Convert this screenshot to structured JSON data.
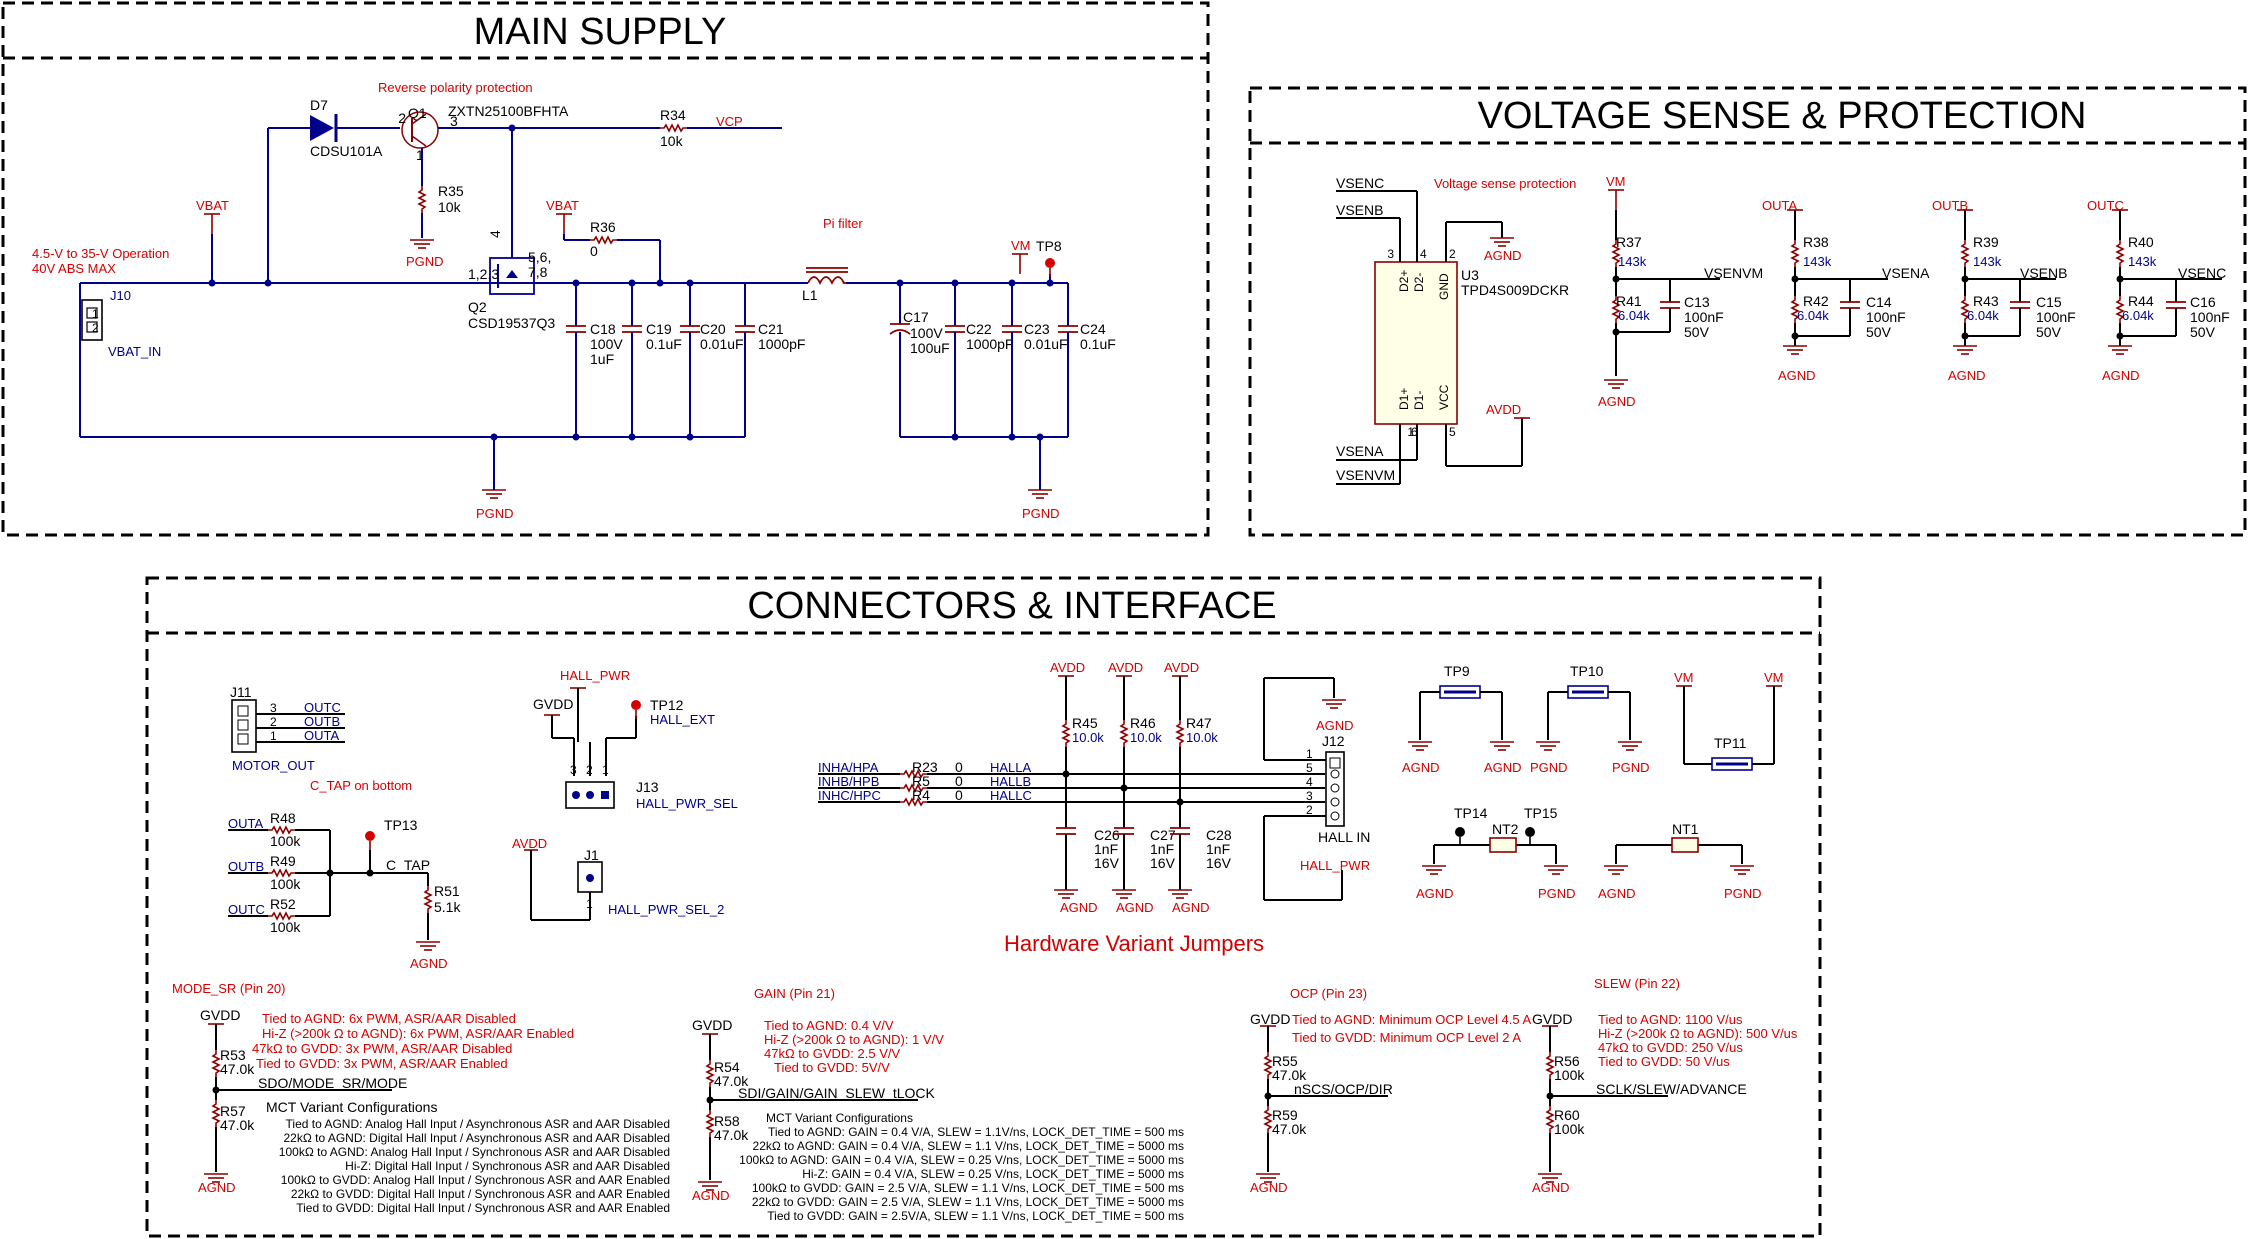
{
  "blocks": {
    "main_supply": "MAIN SUPPLY",
    "voltage_sense": "VOLTAGE SENSE & PROTECTION",
    "connectors": "CONNECTORS & INTERFACE"
  },
  "main": {
    "rev_prot": "Reverse polarity protection",
    "d7": "D7",
    "d7_part": "CDSU101A",
    "q1": "Q1",
    "q1_part": "ZXTN25100BFHTA",
    "q1_p2": "2",
    "q1_p3": "3",
    "q1_p1": "1",
    "r34": "R34",
    "r34_val": "10k",
    "vcp": "VCP",
    "vbat": "VBAT",
    "op_range": "4.5-V to 35-V Operation",
    "abs_max": "40V ABS MAX",
    "j10": "J10",
    "j10_p1": "1",
    "j10_p2": "2",
    "vbat_in": "VBAT_IN",
    "r35": "R35",
    "r35_val": "10k",
    "pgnd": "PGND",
    "q2_pins_a": "1,2,3",
    "q2_pins_b": "5,6,",
    "q2_pins_c": "7,8",
    "q2_p4": "4",
    "q2": "Q2",
    "q2_part": "CSD19537Q3",
    "vbat2": "VBAT",
    "r36": "R36",
    "r36_val": "0",
    "pi_filter": "Pi filter",
    "l1": "L1",
    "vm": "VM",
    "tp8": "TP8",
    "c18": "C18",
    "c18_v": "100V",
    "c18_c": "1uF",
    "c19": "C19",
    "c19_c": "0.1uF",
    "c20": "C20",
    "c20_c": "0.01uF",
    "c21": "C21",
    "c21_c": "1000pF",
    "c17": "C17",
    "c17_v": "100V",
    "c17_c": "100uF",
    "c22": "C22",
    "c22_c": "1000pF",
    "c23": "C23",
    "c23_c": "0.01uF",
    "c24": "C24",
    "c24_c": "0.1uF",
    "pgnd2": "PGND",
    "pgnd3": "PGND"
  },
  "vsense": {
    "vsenc": "VSENC",
    "vsenb": "VSENB",
    "vsena": "VSENA",
    "vsenvm": "VSENVM",
    "title": "Voltage sense protection",
    "u3": "U3",
    "u3_part": "TPD4S009DCKR",
    "pin_d2p": "D2+",
    "pin_d2m": "D2-",
    "pin_gnd": "GND",
    "pin_d1p": "D1+",
    "pin_d1m": "D1-",
    "pin_vcc": "VCC",
    "p3": "3",
    "p4": "4",
    "p2": "2",
    "p1": "1",
    "p6": "6",
    "p5": "5",
    "agnd": "AGND",
    "avdd": "AVDD",
    "dividers": [
      {
        "top": "VM",
        "rt": "R37",
        "rtv": "143k",
        "rb": "R41",
        "rbv": "6.04k",
        "c": "C13",
        "cv": "100nF",
        "cvv": "50V",
        "out": "VSENVM",
        "gnd": "AGND"
      },
      {
        "top": "OUTA",
        "rt": "R38",
        "rtv": "143k",
        "rb": "R42",
        "rbv": "6.04k",
        "c": "C14",
        "cv": "100nF",
        "cvv": "50V",
        "out": "VSENA",
        "gnd": "AGND"
      },
      {
        "top": "OUTB",
        "rt": "R39",
        "rtv": "143k",
        "rb": "R43",
        "rbv": "6.04k",
        "c": "C15",
        "cv": "100nF",
        "cvv": "50V",
        "out": "VSENB",
        "gnd": "AGND"
      },
      {
        "top": "OUTC",
        "rt": "R40",
        "rtv": "143k",
        "rb": "R44",
        "rbv": "6.04k",
        "c": "C16",
        "cv": "100nF",
        "cvv": "50V",
        "out": "VSENC",
        "gnd": "AGND"
      }
    ]
  },
  "conn": {
    "j11": "J11",
    "j11_p3": "3",
    "j11_p2": "2",
    "j11_p1": "1",
    "outc": "OUTC",
    "outb": "OUTB",
    "outa": "OUTA",
    "motor_out": "MOTOR_OUT",
    "ctap_note": "C_TAP on bottom",
    "r48": "R48",
    "r48_v": "100k",
    "r49": "R49",
    "r49_v": "100k",
    "r52": "R52",
    "r52_v": "100k",
    "outa2": "OUTA",
    "outb2": "OUTB",
    "outc2": "OUTC",
    "tp13": "TP13",
    "c_tap": "C_TAP",
    "r51": "R51",
    "r51_v": "5.1k",
    "agnd": "AGND",
    "hall_pwr": "HALL_PWR",
    "gvdd": "GVDD",
    "tp12": "TP12",
    "hall_ext": "HALL_EXT",
    "j13": "J13",
    "hall_pwr_sel": "HALL_PWR_SEL",
    "j13_p3": "3",
    "j13_p2": "2",
    "j13_p1": "1",
    "avdd": "AVDD",
    "j1": "J1",
    "j1_p1": "1",
    "hall_pwr_sel_2": "HALL_PWR_SEL_2",
    "inha": "INHA/HPA",
    "inhb": "INHB/HPB",
    "inhc": "INHC/HPC",
    "r23": "R23",
    "r5": "R5",
    "r4": "R4",
    "r0a": "0",
    "r0b": "0",
    "r0c": "0",
    "halla": "HALLA",
    "hallb": "HALLB",
    "hallc": "HALLC",
    "avdd1": "AVDD",
    "avdd2": "AVDD",
    "avdd3": "AVDD",
    "r45": "R45",
    "r45_v": "10.0k",
    "r46": "R46",
    "r46_v": "10.0k",
    "r47": "R47",
    "r47_v": "10.0k",
    "c26": "C26",
    "c26_c": "1nF",
    "c26_v": "16V",
    "c27": "C27",
    "c27_c": "1nF",
    "c27_v": "16V",
    "c28": "C28",
    "c28_c": "1nF",
    "c28_v": "16V",
    "agnd1": "AGND",
    "agnd2": "AGND",
    "agnd3": "AGND",
    "j12": "J12",
    "hall_in": "HALL IN",
    "agnd_j12": "AGND",
    "hall_pwr2": "HALL_PWR",
    "j12_p1": "1",
    "j12_p5": "5",
    "j12_p4": "4",
    "j12_p3": "3",
    "j12_p2": "2",
    "tp9": "TP9",
    "tp10": "TP10",
    "tp11": "TP11",
    "agnd_tp9a": "AGND",
    "agnd_tp9b": "AGND",
    "pgnd_tp10a": "PGND",
    "pgnd_tp10b": "PGND",
    "vm_a": "VM",
    "vm_b": "VM",
    "tp14": "TP14",
    "tp15": "TP15",
    "nt2": "NT2",
    "nt1": "NT1",
    "agnd_nt2": "AGND",
    "pgnd_nt2": "PGND",
    "agnd_nt1": "AGND",
    "pgnd_nt1": "PGND",
    "hw_variant": "Hardware Variant Jumpers"
  },
  "variants": {
    "mode": {
      "title": "MODE_SR (Pin 20)",
      "lines": [
        "Tied to AGND: 6x PWM, ASR/AAR Disabled",
        "Hi-Z (>200k   Ω to AGND): 6x PWM, ASR/AAR Enabled",
        "47kΩ to GVDD: 3x PWM, ASR/AAR Disabled",
        "Tied to GVDD: 3x PWM, ASR/AAR Enabled"
      ],
      "gvdd": "GVDD",
      "r53": "R53",
      "r53_v": "47.0k",
      "net": "SDO/MODE_SR/MODE",
      "r57": "R57",
      "r57_v": "47.0k",
      "agnd": "AGND",
      "mct_title": "MCT Variant Configurations",
      "mct_lines": [
        "Tied to AGND: Analog Hall Input / Asynchronous ASR and AAR Disabled",
        "22kΩ to AGND: Digital Hall Input / Asynchronous ASR and AAR Disabled",
        "100kΩ to AGND: Analog Hall Input / Synchronous ASR and AAR Disabled",
        "Hi-Z: Digital Hall Input / Synchronous ASR and AAR Disabled",
        "100kΩ to GVDD: Analog Hall Input / Synchronous ASR and AAR Enabled",
        "22kΩ to GVDD: Digital Hall Input / Synchronous ASR and AAR Enabled",
        "Tied to GVDD: Digital Hall Input / Synchronous ASR and AAR Enabled"
      ]
    },
    "gain": {
      "title": "GAIN (Pin 21)",
      "lines": [
        "Tied to AGND: 0.4 V/V",
        "Hi-Z (>200k   Ω to AGND): 1 V/V",
        "47kΩ to GVDD: 2.5 V/V",
        "Tied to GVDD: 5V/V"
      ],
      "gvdd": "GVDD",
      "r54": "R54",
      "r54_v": "47.0k",
      "net": "SDI/GAIN/GAIN_SLEW_tLOCK",
      "r58": "R58",
      "r58_v": "47.0k",
      "agnd": "AGND",
      "mct_title": "MCT Variant Configurations",
      "mct_lines": [
        "Tied to AGND: GAIN = 0.4 V/A,  SLEW = 1.1V/ns, LOCK_DET_TIME = 500 ms",
        "22kΩ to AGND: GAIN = 0.4 V/A,  SLEW = 1.1 V/ns, LOCK_DET_TIME = 5000 ms",
        "100kΩ to AGND: GAIN = 0.4 V/A,  SLEW = 0.25 V/ns, LOCK_DET_TIME = 5000 ms",
        "Hi-Z: GAIN = 0.4 V/A,  SLEW = 0.25 V/ns, LOCK_DET_TIME = 5000 ms",
        "100kΩ to GVDD: GAIN = 2.5 V/A,  SLEW = 1.1 V/ns, LOCK_DET_TIME = 500 ms",
        "22kΩ to GVDD: GAIN = 2.5 V/A,  SLEW = 1.1 V/ns, LOCK_DET_TIME = 5000 ms",
        "Tied to GVDD: GAIN = 2.5V/A,  SLEW = 1.1 V/ns, LOCK_DET_TIME = 500 ms"
      ]
    },
    "ocp": {
      "title": "OCP (Pin 23)",
      "lines": [
        "Tied to AGND: Minimum OCP Level 4.5 A",
        "Tied to GVDD: Minimum OCP Level 2 A"
      ],
      "gvdd": "GVDD",
      "r55": "R55",
      "r55_v": "47.0k",
      "net": "nSCS/OCP/DIR",
      "r59": "R59",
      "r59_v": "47.0k",
      "agnd": "AGND"
    },
    "slew": {
      "title": "SLEW (Pin 22)",
      "lines": [
        "Tied to AGND: 1100 V/us",
        "Hi-Z (>200k   Ω to AGND): 500 V/us",
        "47kΩ to GVDD: 250 V/us",
        "Tied to GVDD: 50 V/us"
      ],
      "gvdd": "GVDD",
      "r56": "R56",
      "r56_v": "100k",
      "net": "SCLK/SLEW/ADVANCE",
      "r60": "R60",
      "r60_v": "100k",
      "agnd": "AGND"
    }
  }
}
